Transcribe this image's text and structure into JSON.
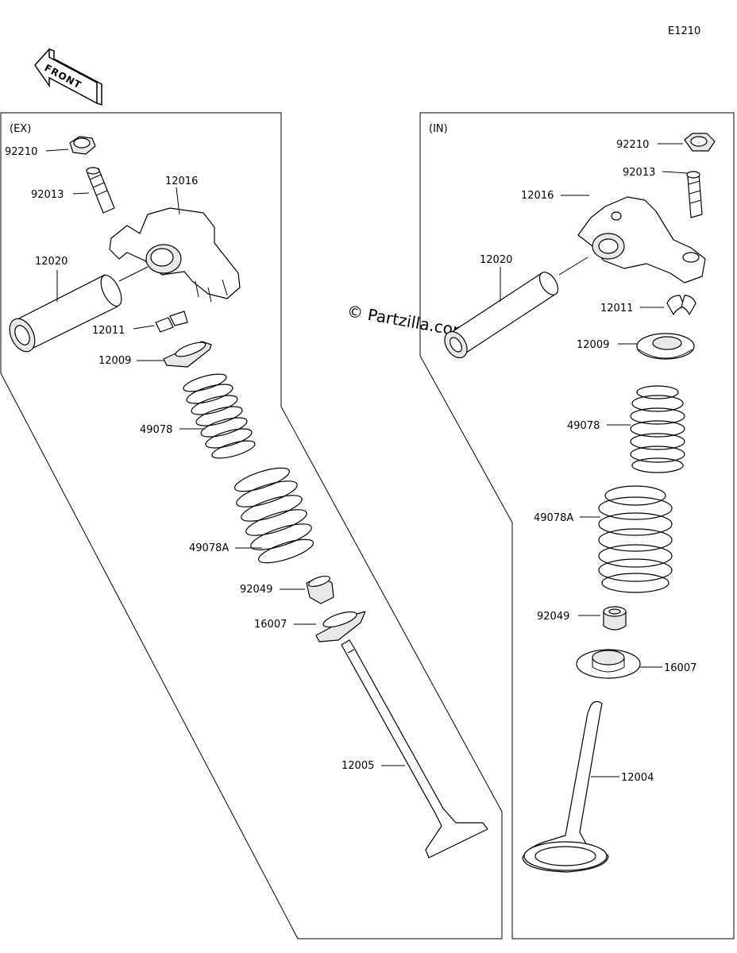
{
  "diagram_code": "E1210",
  "front_label": "FRONT",
  "watermark": "© Partzilla.com",
  "sections": {
    "ex": "(EX)",
    "in": "(IN)"
  },
  "parts_ex": {
    "nut": "92210",
    "adjuster": "92013",
    "rocker_arm": "12016",
    "shaft": "12020",
    "cotter": "12011",
    "retainer": "12009",
    "inner_spring": "49078",
    "outer_spring": "49078A",
    "seal": "92049",
    "seat": "16007",
    "valve": "12005"
  },
  "parts_in": {
    "nut": "92210",
    "adjuster": "92013",
    "rocker_arm": "12016",
    "shaft": "12020",
    "cotter": "12011",
    "retainer": "12009",
    "inner_spring": "49078",
    "outer_spring": "49078A",
    "seal": "92049",
    "seat": "16007",
    "valve": "12004"
  }
}
